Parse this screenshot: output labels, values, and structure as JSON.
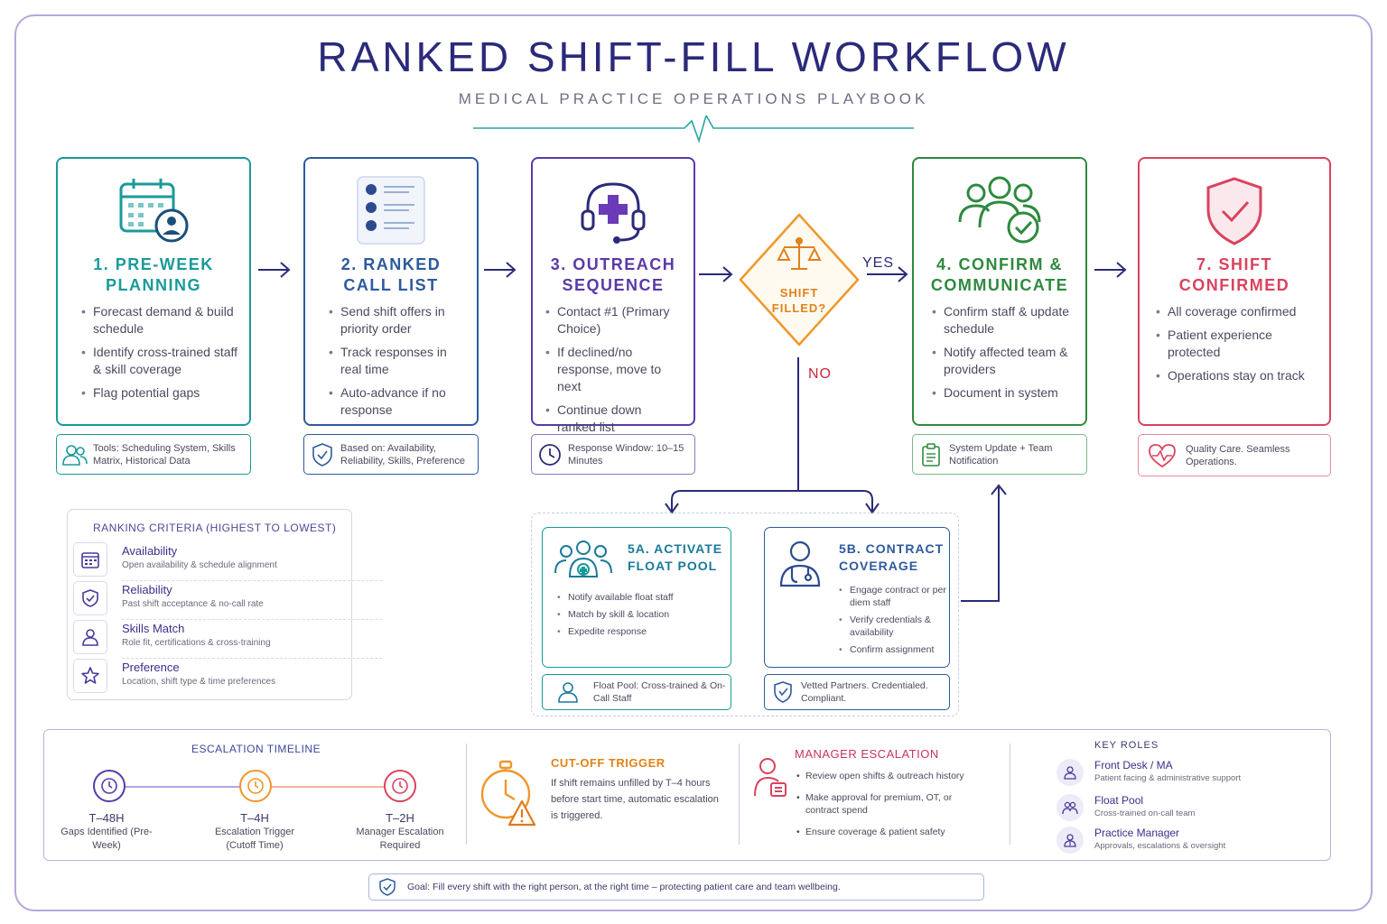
{
  "header": {
    "title": "RANKED SHIFT-FILL WORKFLOW",
    "subtitle": "MEDICAL PRACTICE OPERATIONS PLAYBOOK"
  },
  "colors": {
    "teal": "#1a9a9a",
    "blue": "#2e5a9e",
    "purple": "#5a3aa8",
    "orange": "#f0962a",
    "green": "#2e8a3e",
    "red": "#d9435e",
    "navy": "#2b2a7a"
  },
  "steps": [
    {
      "title_line1": "1. PRE-WEEK",
      "title_line2": "PLANNING",
      "icon": "calendar-person-icon",
      "bullets": [
        "Forecast demand & build schedule",
        "Identify cross-trained staff & skill coverage",
        "Flag potential gaps"
      ],
      "note": "Tools: Scheduling System, Skills Matrix, Historical Data",
      "note_icon": "people-icon"
    },
    {
      "title_line1": "2. RANKED",
      "title_line2": "CALL LIST",
      "icon": "ranked-list-icon",
      "bullets": [
        "Send shift offers in priority order",
        "Track responses in real time",
        "Auto-advance if no response"
      ],
      "note": "Based on: Availability, Reliability, Skills, Preference",
      "note_icon": "shield-check-icon"
    },
    {
      "title_line1": "3. OUTREACH",
      "title_line2": "SEQUENCE",
      "icon": "headset-medical-icon",
      "bullets": [
        "Contact #1 (Primary Choice)",
        "If declined/no response, move to next",
        "Continue down ranked list"
      ],
      "note": "Response Window: 10–15 Minutes",
      "note_icon": "clock-icon"
    },
    {
      "title_line1": "4. CONFIRM &",
      "title_line2": "COMMUNICATE",
      "icon": "team-check-icon",
      "bullets": [
        "Confirm staff & update schedule",
        "Notify affected team & providers",
        "Document in system"
      ],
      "note": "System Update + Team Notification",
      "note_icon": "clipboard-icon"
    },
    {
      "title_line1": "7. SHIFT",
      "title_line2": "CONFIRMED",
      "icon": "shield-check-icon",
      "bullets": [
        "All coverage confirmed",
        "Patient experience protected",
        "Operations stay on track"
      ],
      "note": "Quality Care. Seamless Operations.",
      "note_icon": "heart-pulse-icon"
    }
  ],
  "decision": {
    "label_line1": "SHIFT",
    "label_line2": "FILLED?",
    "yes": "YES",
    "no": "NO",
    "icon": "scales-icon"
  },
  "criteria": {
    "heading": "RANKING CRITERIA (HIGHEST TO LOWEST)",
    "items": [
      {
        "name": "Availability",
        "desc": "Open availability & schedule alignment",
        "icon": "calendar-icon"
      },
      {
        "name": "Reliability",
        "desc": "Past shift acceptance & no-call rate",
        "icon": "shield-check-icon"
      },
      {
        "name": "Skills Match",
        "desc": "Role fit, certifications & cross-training",
        "icon": "person-icon"
      },
      {
        "name": "Preference",
        "desc": "Location, shift type & time preferences",
        "icon": "star-icon"
      }
    ]
  },
  "float_pool": {
    "title_line1": "5A. ACTIVATE",
    "title_line2": "FLOAT POOL",
    "bullets": [
      "Notify available float staff",
      "Match by skill & location",
      "Expedite response"
    ],
    "note": "Float Pool: Cross-trained & On-Call Staff"
  },
  "contract": {
    "title_line1": "5B. CONTRACT",
    "title_line2": "COVERAGE",
    "bullets": [
      "Engage contract or per diem staff",
      "Verify credentials & availability",
      "Confirm assignment"
    ],
    "note": "Vetted Partners. Credentialed. Compliant."
  },
  "escalation": {
    "heading": "ESCALATION TIMELINE",
    "points": [
      {
        "time": "T–48H",
        "label": "Gaps Identified (Pre-Week)",
        "color": "#5a3aa8"
      },
      {
        "time": "T–4H",
        "label": "Escalation Trigger (Cutoff Time)",
        "color": "#f0962a"
      },
      {
        "time": "T–2H",
        "label": "Manager Escalation Required",
        "color": "#d9435e"
      }
    ],
    "cutoff_heading": "CUT-OFF TRIGGER",
    "cutoff_text": "If shift remains unfilled by T–4 hours before start time, automatic escalation is triggered.",
    "manager_heading": "MANAGER ESCALATION",
    "manager_bullets": [
      "Review open shifts & outreach history",
      "Make approval for premium, OT, or contract spend",
      "Ensure coverage & patient safety"
    ]
  },
  "roles": {
    "heading": "KEY ROLES",
    "items": [
      {
        "name": "Front Desk / MA",
        "desc": "Patient facing & administrative support"
      },
      {
        "name": "Float Pool",
        "desc": "Cross-trained on-call team"
      },
      {
        "name": "Practice Manager",
        "desc": "Approvals, escalations & oversight"
      }
    ]
  },
  "goal": "Goal: Fill every shift with the right person, at the right time – protecting patient care and team wellbeing."
}
